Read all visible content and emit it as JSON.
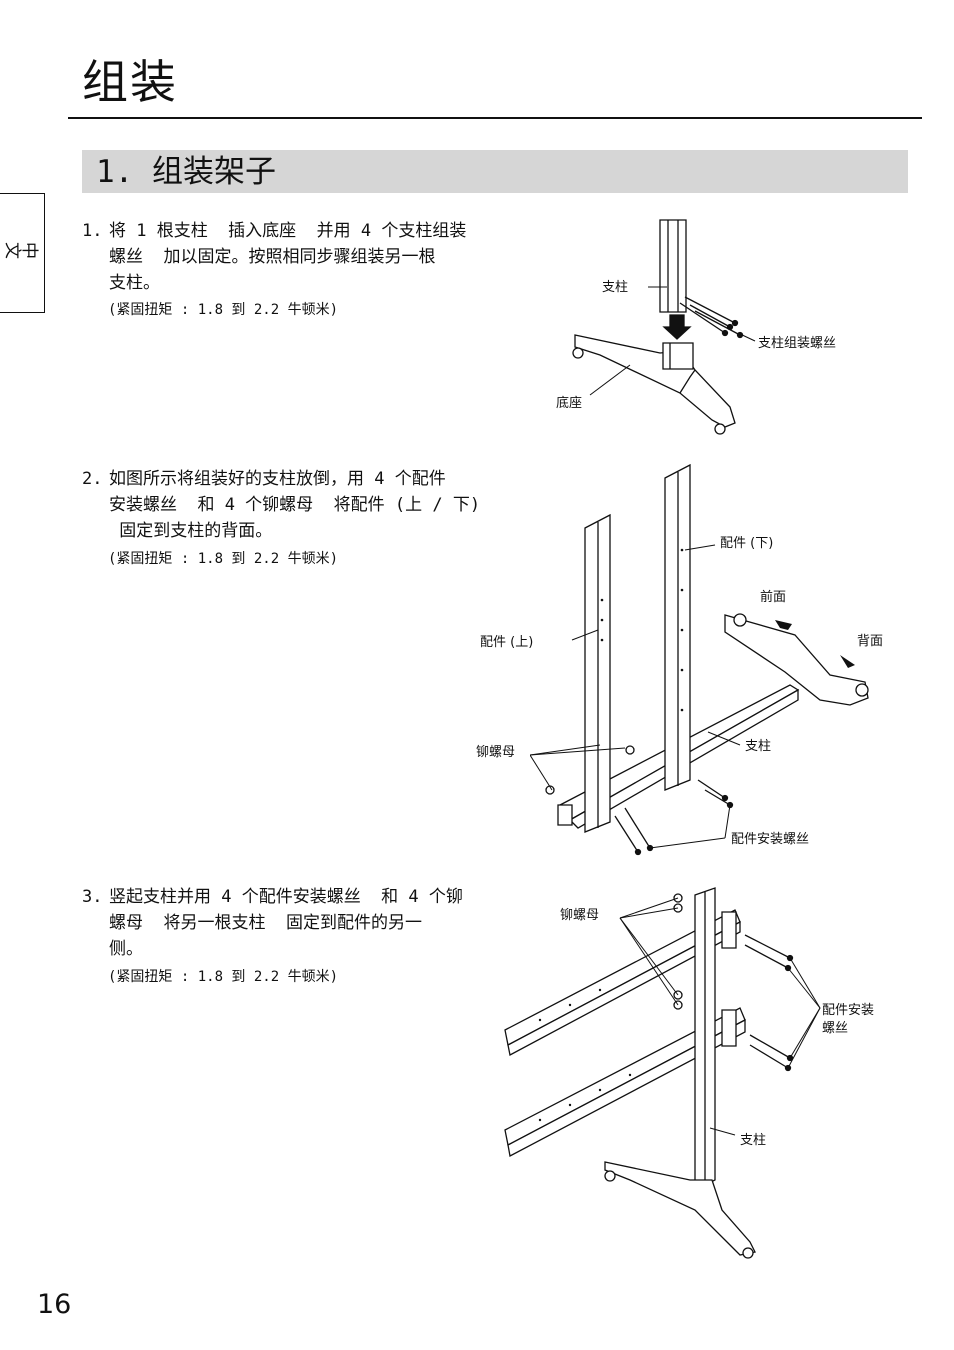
{
  "page": {
    "title": "组装",
    "section_title": "1. 组装架子",
    "language_tab": "中文",
    "page_number": "16"
  },
  "steps": [
    {
      "number": "1.",
      "text": "将 1 根支柱  插入底座  并用 4 个支柱组装\n螺丝  加以固定。按照相同步骤组装另一根\n支柱。",
      "torque": "(紧固扭矩 : 1.8 到 2.2 牛顿米)"
    },
    {
      "number": "2.",
      "text": "如图所示将组装好的支柱放倒，用 4 个配件\n安装螺丝  和 4 个铆螺母  将配件 (上 / 下)\n 固定到支柱的背面。",
      "torque": "(紧固扭矩 : 1.8 到 2.2 牛顿米)"
    },
    {
      "number": "3.",
      "text": "竖起支柱并用 4 个配件安装螺丝  和 4 个铆\n螺母  将另一根支柱  固定到配件的另一\n侧。",
      "torque": "(紧固扭矩 : 1.8 到 2.2 牛顿米)"
    }
  ],
  "figures": {
    "fig1": {
      "post": "支柱",
      "post_screws": "支柱组装螺丝",
      "base": "底座"
    },
    "fig2": {
      "bracket_lower": "配件 (下)",
      "front": "前面",
      "back": "背面",
      "bracket_upper": "配件 (上)",
      "rivet_nut": "铆螺母",
      "post": "支柱",
      "bracket_screws": "配件安装螺丝"
    },
    "fig3": {
      "rivet_nut": "铆螺母",
      "bracket_screws_1": "配件安装",
      "bracket_screws_2": "螺丝",
      "post": "支柱"
    }
  }
}
